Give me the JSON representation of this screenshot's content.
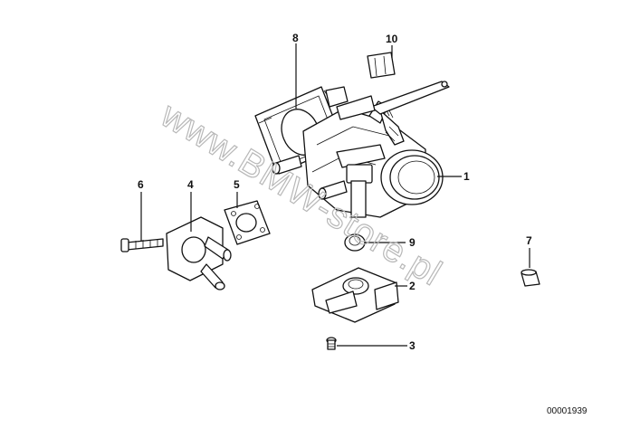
{
  "watermark": "www.BMW-store.pl",
  "doc_number": "00001939",
  "callouts": [
    {
      "id": "c1",
      "label": "1"
    },
    {
      "id": "c2",
      "label": "2"
    },
    {
      "id": "c3",
      "label": "3"
    },
    {
      "id": "c4",
      "label": "4"
    },
    {
      "id": "c5",
      "label": "5"
    },
    {
      "id": "c6",
      "label": "6"
    },
    {
      "id": "c7",
      "label": "7"
    },
    {
      "id": "c8",
      "label": "8"
    },
    {
      "id": "c9",
      "label": "9"
    },
    {
      "id": "c10",
      "label": "10"
    }
  ],
  "colors": {
    "line": "#111111",
    "watermark": "#b8b8b8",
    "background": "#ffffff"
  }
}
